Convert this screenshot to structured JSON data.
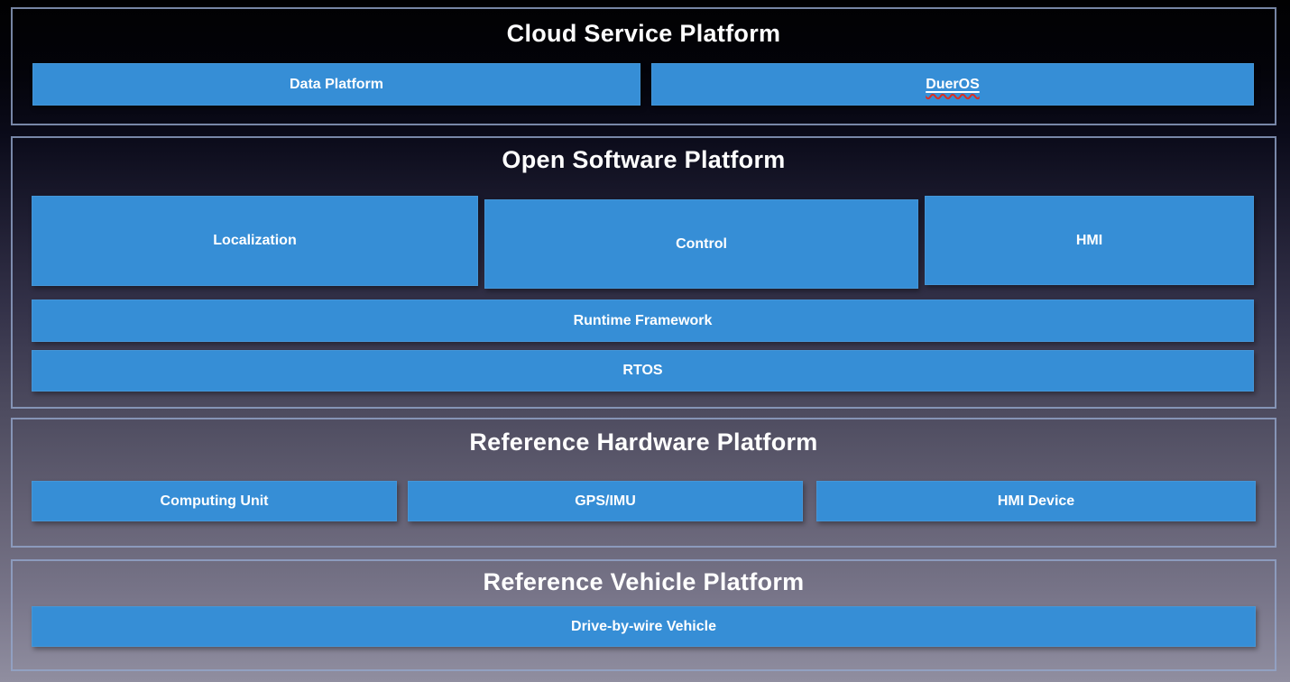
{
  "palette": {
    "accent_blue": "#368ed6",
    "section_border": "#94a6cc",
    "title_text": "#ffffff",
    "block_text": "#ffffff",
    "spellcheck_underline": "#d93025",
    "bg_top": "#010102",
    "bg_bottom": "#908ea0"
  },
  "sections": [
    {
      "title": "Cloud Service Platform",
      "boxes": [
        {
          "label": "Data Platform"
        },
        {
          "label": "DuerOS"
        }
      ]
    },
    {
      "title": "Open Software Platform",
      "boxes": [
        {
          "label": "Localization"
        },
        {
          "label": "Control"
        },
        {
          "label": "HMI"
        },
        {
          "label": "Runtime Framework"
        },
        {
          "label": "RTOS"
        }
      ]
    },
    {
      "title": "Reference Hardware Platform",
      "boxes": [
        {
          "label": "Computing Unit"
        },
        {
          "label": "GPS/IMU"
        },
        {
          "label": "HMI Device"
        }
      ]
    },
    {
      "title": "Reference Vehicle Platform",
      "boxes": [
        {
          "label": "Drive-by-wire Vehicle"
        }
      ]
    }
  ]
}
